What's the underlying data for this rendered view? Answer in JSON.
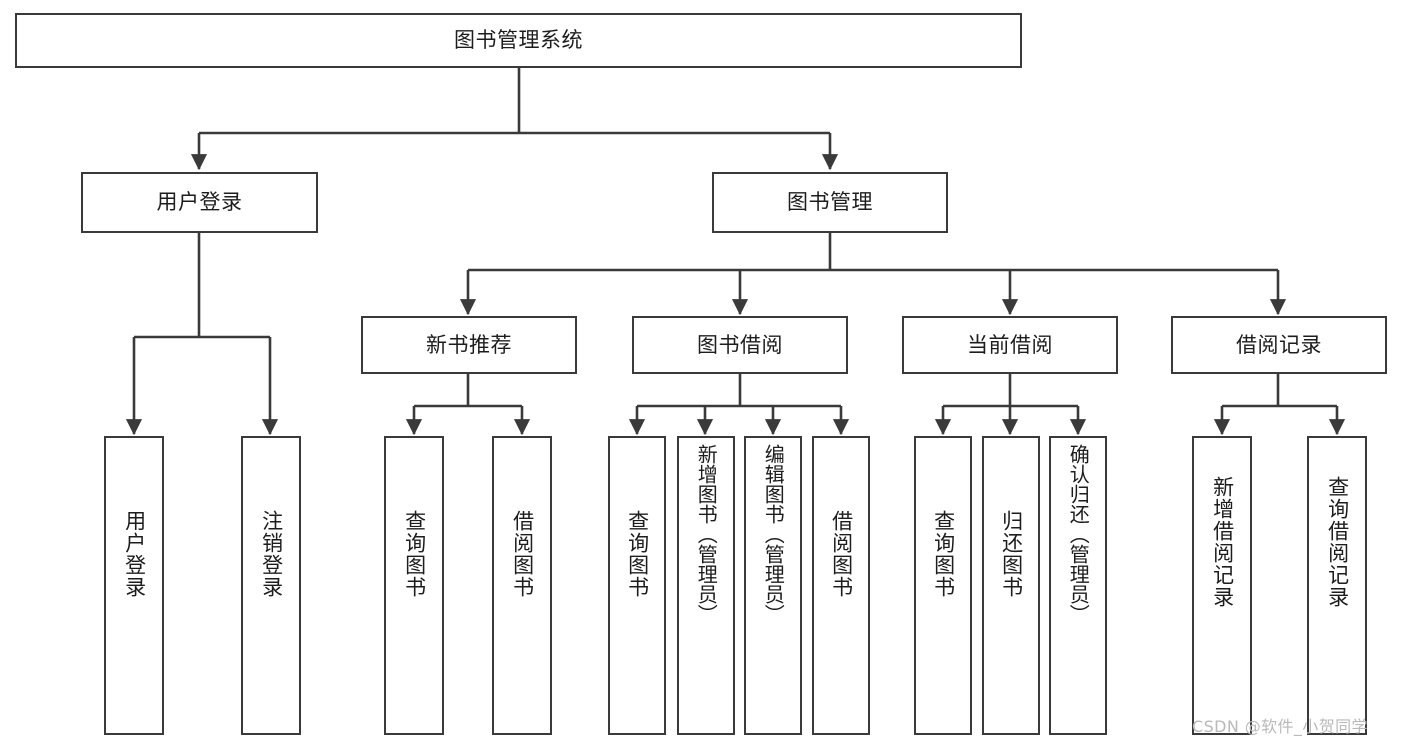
{
  "diagram": {
    "title": "图书管理系统",
    "watermark": "CSDN @软件_小贺同学",
    "stroke_color": "#3a3a3a",
    "text_color": "#1d1d1d",
    "background_color": "#ffffff",
    "watermark_color": "#b9b9b9",
    "root": {
      "id": "root",
      "label": "图书管理系统"
    },
    "level2": [
      {
        "id": "user-login",
        "label": "用户登录"
      },
      {
        "id": "book-manage",
        "label": "图书管理"
      }
    ],
    "level3": [
      {
        "id": "new-book-recommend",
        "label": "新书推荐"
      },
      {
        "id": "book-borrow",
        "label": "图书借阅"
      },
      {
        "id": "current-borrow",
        "label": "当前借阅"
      },
      {
        "id": "borrow-record",
        "label": "借阅记录"
      }
    ],
    "leaves": {
      "user_login": [
        {
          "id": "leaf-user-login",
          "label": "用户登录"
        },
        {
          "id": "leaf-logout-login",
          "label": "注销登录"
        }
      ],
      "new_book_recommend": [
        {
          "id": "leaf-query-book-1",
          "label": "查询图书"
        },
        {
          "id": "leaf-borrow-book-1",
          "label": "借阅图书"
        }
      ],
      "book_borrow": [
        {
          "id": "leaf-query-book-2",
          "label": "查询图书"
        },
        {
          "id": "leaf-add-book",
          "label": "新增图书（管理员）"
        },
        {
          "id": "leaf-edit-book",
          "label": "编辑图书（管理员）"
        },
        {
          "id": "leaf-borrow-book-2",
          "label": "借阅图书"
        }
      ],
      "current_borrow": [
        {
          "id": "leaf-query-book-3",
          "label": "查询图书"
        },
        {
          "id": "leaf-return-book",
          "label": "归还图书"
        },
        {
          "id": "leaf-confirm-return",
          "label": "确认归还（管理员）"
        }
      ],
      "borrow_record": [
        {
          "id": "leaf-add-record",
          "label": "新增借阅记录"
        },
        {
          "id": "leaf-query-record",
          "label": "查询借阅记录"
        }
      ]
    }
  }
}
